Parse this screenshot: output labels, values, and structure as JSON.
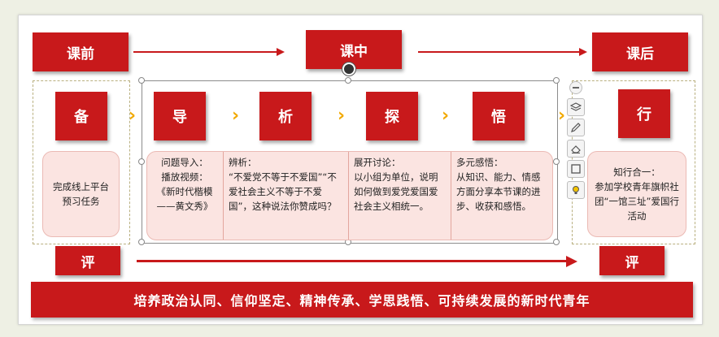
{
  "phases": {
    "before": "课前",
    "during": "课中",
    "after": "课后"
  },
  "steps": {
    "prepare": "备",
    "guide": "导",
    "analyze": "析",
    "explore": "探",
    "comprehend": "悟",
    "act": "行"
  },
  "evaluate": {
    "left": "评",
    "right": "评"
  },
  "boxes": {
    "prepare_text": "完成线上平台预习任务",
    "guide_text": "问题导入：\n播放视频：\n《新时代楷模——黄文秀》",
    "analyze_text": "辨析：\n“不爱党不等于不爱国”“不爱社会主义不等于不爱国”，这种说法你赞成吗？",
    "explore_text": "展开讨论：\n以小组为单位，说明如何做到爱党爱国爱社会主义相统一。",
    "comprehend_text": "多元感悟：\n从知识、能力、情感方面分享本节课的进步、收获和感悟。",
    "act_text": "知行合一：\n参加学校青年旗帜社团“一馆三址”爱国行活动"
  },
  "banner": "培养政治认同、信仰坚定、精神传承、学思践悟、可持续发展的新时代青年",
  "colors": {
    "red": "#c8191b",
    "pink": "#fbe4e1",
    "chevron": "#f2a900"
  },
  "toolbar_icons": [
    "minus-icon",
    "layers-icon",
    "pen-icon",
    "eraser-icon",
    "frame-icon",
    "lightbulb-icon"
  ]
}
